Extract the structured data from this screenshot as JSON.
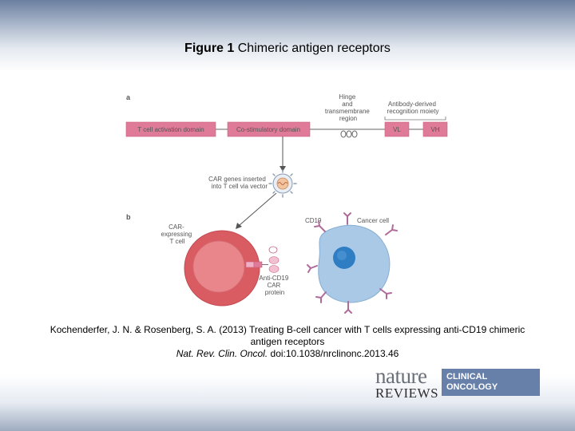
{
  "title": {
    "bold": "Figure 1",
    "rest": "Chimeric antigen receptors"
  },
  "figure": {
    "panel_a": "a",
    "panel_b": "b",
    "hinge": [
      "Hinge",
      "and",
      "transmembrane",
      "region"
    ],
    "antibody": [
      "Antibody-derived",
      "recognition moiety"
    ],
    "t_activation": "T cell activation domain",
    "costim": "Co-stimulatory domain",
    "vl": "VL",
    "vh": "VH",
    "car_genes": [
      "CAR genes inserted",
      "into T cell via vector"
    ],
    "car_tcell": [
      "CAR-",
      "expressing",
      "T cell"
    ],
    "cd19": "CD19",
    "cancer": "Cancer cell",
    "anti_cd19": [
      "Anti-CD19",
      "CAR",
      "protein"
    ],
    "colors": {
      "domain": "#e07a99",
      "tcell": "#d95c62",
      "cancer": "#a9c9e6",
      "nucleus": "#2f7ec4",
      "receptor": "#b06a9a"
    }
  },
  "caption": {
    "line1": "Kochenderfer, J. N. & Rosenberg, S. A. (2013) Treating B-cell cancer with T cells expressing anti-CD19 chimeric",
    "line2": "antigen receptors",
    "journal": "Nat. Rev. Clin. Oncol.",
    "doi": "doi:10.1038/nrclinonc.2013.46"
  },
  "logo": {
    "nature": "nature",
    "reviews": "REVIEWS",
    "line1": "CLINICAL",
    "line2": "ONCOLOGY"
  }
}
